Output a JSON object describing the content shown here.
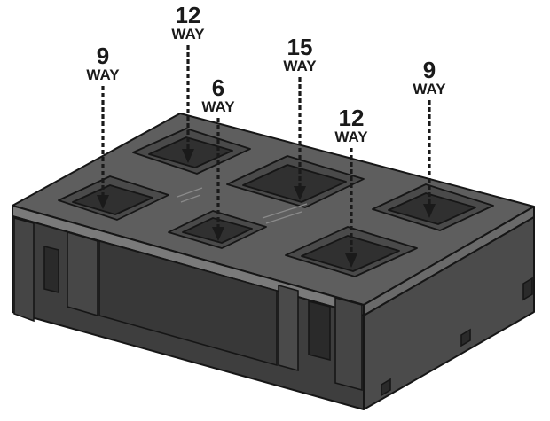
{
  "callouts": [
    {
      "id": "a",
      "number": "9",
      "unit": "WAY"
    },
    {
      "id": "b",
      "number": "12",
      "unit": "WAY"
    },
    {
      "id": "c",
      "number": "6",
      "unit": "WAY"
    },
    {
      "id": "d",
      "number": "15",
      "unit": "WAY"
    },
    {
      "id": "e",
      "number": "12",
      "unit": "WAY"
    },
    {
      "id": "f",
      "number": "9",
      "unit": "WAY"
    }
  ],
  "colors": {
    "top_face": "#5e5e5e",
    "front_face": "#3e3e3e",
    "side_face": "#4b4b4b",
    "edge_highlight": "#8a8a8a",
    "outline": "#161616",
    "cavity": "#4a4a4a",
    "cavity_dark": "#303030"
  },
  "icons": [
    "dashed-arrow-down-icon"
  ]
}
